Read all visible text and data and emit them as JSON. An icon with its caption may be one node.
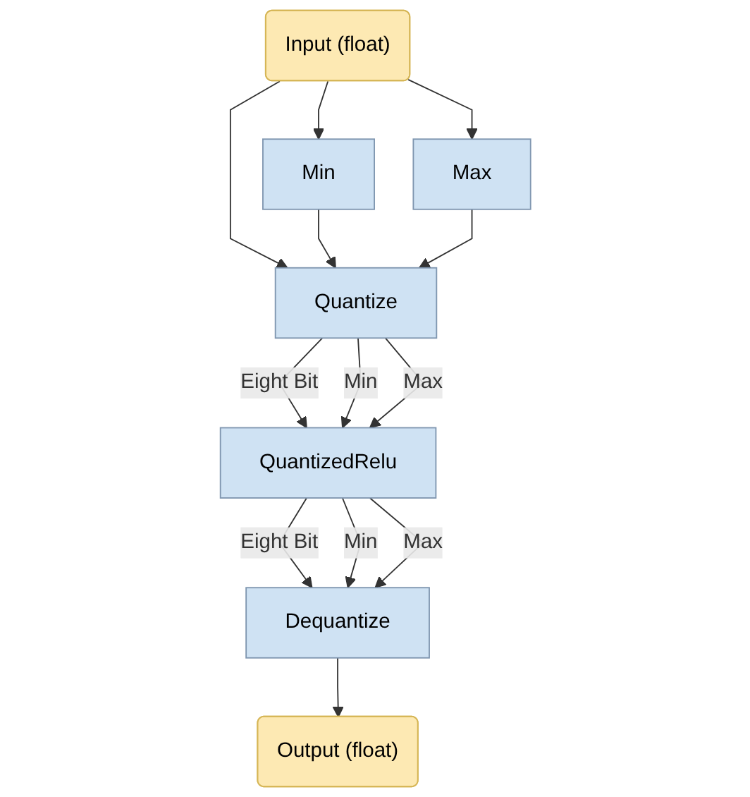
{
  "diagram": {
    "nodes": [
      {
        "text": [
          "Input (float)"
        ]
      },
      {
        "text": [
          "Min"
        ]
      },
      {
        "text": [
          "Max"
        ]
      },
      {
        "text": [
          "Quantize"
        ]
      },
      {
        "text": [
          "QuantizedRelu"
        ]
      },
      {
        "text": [
          "Dequantize"
        ]
      },
      {
        "text": [
          "Output (float)"
        ]
      }
    ],
    "edges": [
      {
        "from": 0,
        "to": 3,
        "arrow": "to"
      },
      {
        "from": 0,
        "to": 1,
        "arrow": "to"
      },
      {
        "from": 0,
        "to": 2,
        "arrow": "to"
      },
      {
        "from": 1,
        "to": 3,
        "arrow": "to"
      },
      {
        "from": 2,
        "to": 3,
        "arrow": "to"
      },
      {
        "from": 3,
        "to": 4,
        "arrow": "to",
        "label": "Eight Bit"
      },
      {
        "from": 3,
        "to": 4,
        "arrow": "to",
        "label": "Min"
      },
      {
        "from": 3,
        "to": 4,
        "arrow": "to",
        "label": "Max"
      },
      {
        "from": 4,
        "to": 5,
        "arrow": "to",
        "label": "Eight Bit"
      },
      {
        "from": 4,
        "to": 5,
        "arrow": "to",
        "label": "Min"
      },
      {
        "from": 4,
        "to": 5,
        "arrow": "to",
        "label": "Max"
      },
      {
        "from": 5,
        "to": 6,
        "arrow": "to"
      }
    ]
  }
}
